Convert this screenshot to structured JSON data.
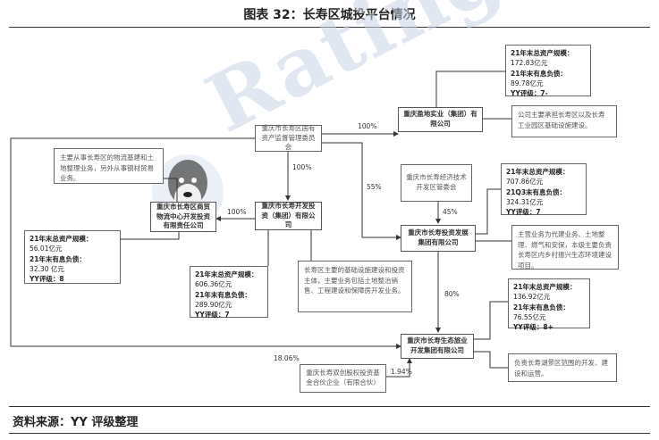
{
  "title": "图表 32：长寿区城投平台情况",
  "source": "资料来源：YY 评级整理",
  "watermark": "Ratingdog",
  "nodes": {
    "sasac": "重庆市长寿区国有资产监督管理委员会",
    "zhidi": "重庆盈地实业（集团）有限公司",
    "kaifa": "重庆市长寿开发投资（集团）有限公司",
    "shangmao": "重庆市长寿区商贸物流中心开发投资有限责任公司",
    "jingkai": "重庆市长寿经济技术开发区管委会",
    "touzi": "重庆市长寿投资发展集团有限公司",
    "shengtai": "重庆市长寿生态旅业开发集团有限公司",
    "fund": "重庆长寿双创股权投资基金合伙企业（有限合伙）"
  },
  "stats": {
    "zhidi": [
      "21年末总资产规模：",
      "172.83亿元",
      "21年末有息负债：",
      "89.78亿元",
      "YY评级：7-"
    ],
    "shangmao": [
      "21年末总资产规模：",
      "56.01亿元",
      "21年末有息负债：",
      "32.30 亿元",
      "YY评级：8"
    ],
    "kaifa": [
      "21年末总资产规模：",
      "606.36亿元",
      "21年末有息负债：",
      "289.90亿元",
      "YY评级：7"
    ],
    "touzi": [
      "21年末总资产规模：",
      "707.86亿元",
      "21Q3末有息负债：",
      "324.31亿元",
      "YY评级：7"
    ],
    "shengtai": [
      "21年末总资产规模：",
      "136.92亿元",
      "21年末有息负债：",
      "76.55亿元",
      "YY评级：8+"
    ]
  },
  "desc": {
    "zhidi": "公司主要承担长寿区以及长寿工业园区基础设施建设。",
    "shangmao": "主要从事长寿区的物流基建和土地整理业务，另外从事钢材贸易业务。",
    "kaifa": "长寿区主要的基础设施建设和投资主体，主要业务包括土地整治销售、工程建设和保障房开发业务。",
    "touzi": "主营业务为代建业务、土地整理、燃气和安保，本级主要负责长寿区内乡村振兴生态环境建设项目。",
    "shengtai": "负责长寿湖景区范围的开发、建设和运营。"
  },
  "percents": {
    "sasac_zhidi": "100%",
    "sasac_kaifa": "100%",
    "kaifa_shangmao": "100%",
    "sasac_touzi": "55%",
    "jingkai_touzi": "45%",
    "touzi_shengtai": "80%",
    "sasac_shengtai": "18.06%",
    "fund_shengtai": "1.94%"
  }
}
